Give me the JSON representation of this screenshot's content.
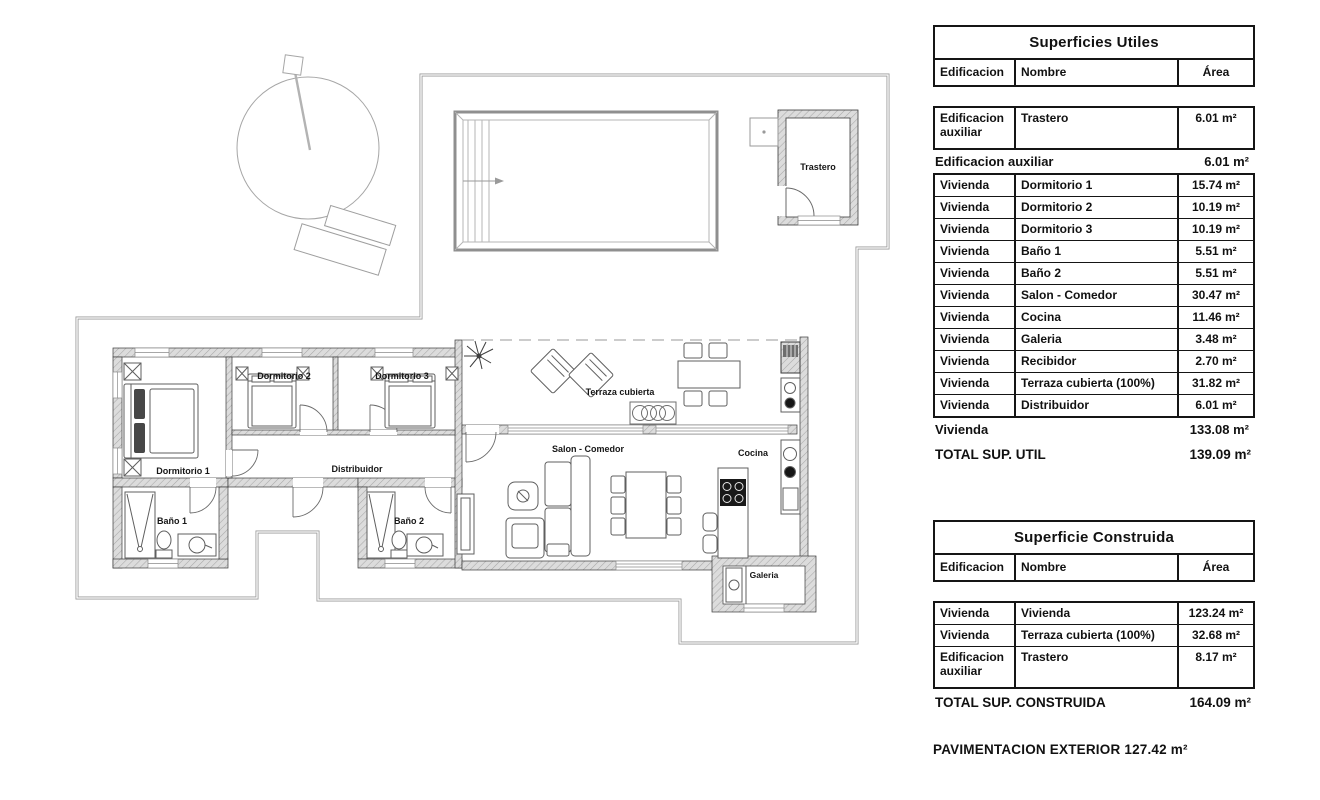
{
  "plan": {
    "rooms": {
      "dormitorio1": "Dormitorio 1",
      "dormitorio2": "Dormitorio 2",
      "dormitorio3": "Dormitorio 3",
      "distribuidor": "Distribuidor",
      "bano1": "Baño 1",
      "bano2": "Baño 2",
      "terraza": "Terraza cubierta",
      "salon": "Salon - Comedor",
      "cocina": "Cocina",
      "galeria": "Galeria",
      "trastero": "Trastero"
    },
    "colors": {
      "wall_hatch": "#dcdcdc",
      "boundary": "#9a9a9a",
      "ink": "#161616"
    }
  },
  "tables": {
    "utiles": {
      "title": "Superficies Utiles",
      "col_edificacion": "Edificacion",
      "col_nombre": "Nombre",
      "col_area": "Área",
      "aux_rows": [
        {
          "edificacion": "Edificacion auxiliar",
          "nombre": "Trastero",
          "area": "6.01 m²"
        }
      ],
      "aux_subtotal_label": "Edificacion auxiliar",
      "aux_subtotal_value": "6.01 m²",
      "viv_rows": [
        {
          "edificacion": "Vivienda",
          "nombre": "Dormitorio 1",
          "area": "15.74 m²"
        },
        {
          "edificacion": "Vivienda",
          "nombre": "Dormitorio 2",
          "area": "10.19 m²"
        },
        {
          "edificacion": "Vivienda",
          "nombre": "Dormitorio 3",
          "area": "10.19 m²"
        },
        {
          "edificacion": "Vivienda",
          "nombre": "Baño 1",
          "area": "5.51 m²"
        },
        {
          "edificacion": "Vivienda",
          "nombre": "Baño 2",
          "area": "5.51 m²"
        },
        {
          "edificacion": "Vivienda",
          "nombre": "Salon - Comedor",
          "area": "30.47 m²"
        },
        {
          "edificacion": "Vivienda",
          "nombre": "Cocina",
          "area": "11.46 m²"
        },
        {
          "edificacion": "Vivienda",
          "nombre": "Galeria",
          "area": "3.48 m²"
        },
        {
          "edificacion": "Vivienda",
          "nombre": "Recibidor",
          "area": "2.70 m²"
        },
        {
          "edificacion": "Vivienda",
          "nombre": "Terraza cubierta (100%)",
          "area": "31.82 m²"
        },
        {
          "edificacion": "Vivienda",
          "nombre": "Distribuidor",
          "area": "6.01 m²"
        }
      ],
      "viv_subtotal_label": "Vivienda",
      "viv_subtotal_value": "133.08 m²",
      "total_label": "TOTAL SUP. UTIL",
      "total_value": "139.09 m²"
    },
    "construida": {
      "title": "Superficie Construida",
      "col_edificacion": "Edificacion",
      "col_nombre": "Nombre",
      "col_area": "Área",
      "rows": [
        {
          "edificacion": "Vivienda",
          "nombre": "Vivienda",
          "area": "123.24 m²"
        },
        {
          "edificacion": "Vivienda",
          "nombre": "Terraza cubierta (100%)",
          "area": "32.68 m²"
        },
        {
          "edificacion": "Edificacion auxiliar",
          "nombre": "Trastero",
          "area": "8.17 m²"
        }
      ],
      "total_label": "TOTAL SUP. CONSTRUIDA",
      "total_value": "164.09 m²"
    },
    "exterior_note": "PAVIMENTACION EXTERIOR 127.42 m²"
  }
}
